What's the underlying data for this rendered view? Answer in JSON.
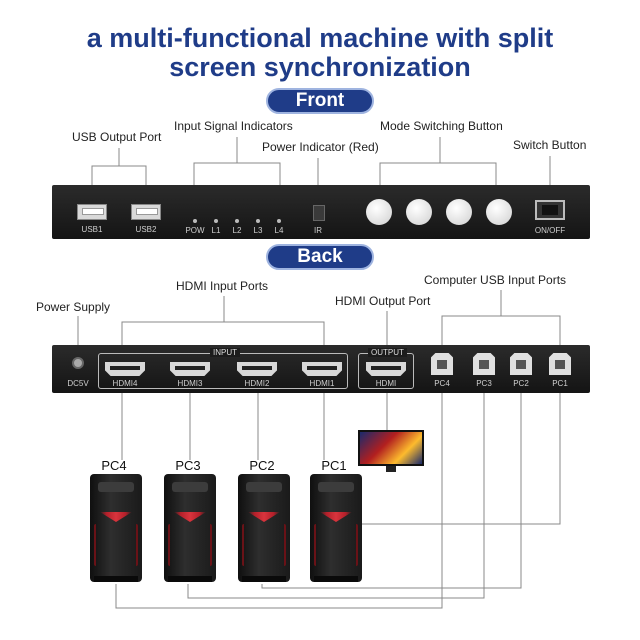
{
  "headline": {
    "line1": "a multi-functional machine with split",
    "line2": "screen synchronization"
  },
  "front": {
    "badge": "Front",
    "labels": {
      "usb_output": "USB Output Port",
      "input_indicators": "Input Signal Indicators",
      "power_indicator": "Power Indicator (Red)",
      "mode_button": "Mode Switching Button",
      "switch_button": "Switch Button"
    },
    "ports": [
      "USB1",
      "USB2"
    ],
    "leds": [
      "POW",
      "L1",
      "L2",
      "L3",
      "L4"
    ],
    "ir": "IR",
    "power_switch": "ON/OFF"
  },
  "back": {
    "badge": "Back",
    "labels": {
      "hdmi_inputs": "HDMI Input Ports",
      "power_supply": "Power Supply",
      "hdmi_output": "HDMI Output Port",
      "usb_inputs": "Computer USB Input Ports"
    },
    "dc": "DC5V",
    "input_group": "INPUT",
    "output_group": "OUTPUT",
    "hdmi_in": [
      "HDMI4",
      "HDMI3",
      "HDMI2",
      "HDMI1"
    ],
    "hdmi_out": "HDMI",
    "usb_b": [
      "PC4",
      "PC3",
      "PC2",
      "PC1"
    ]
  },
  "computers": [
    "PC4",
    "PC3",
    "PC2",
    "PC1"
  ],
  "colors": {
    "brand_blue": "#1f3c88",
    "panel": "#1c1c1c",
    "glow_red": "#d9343d"
  }
}
